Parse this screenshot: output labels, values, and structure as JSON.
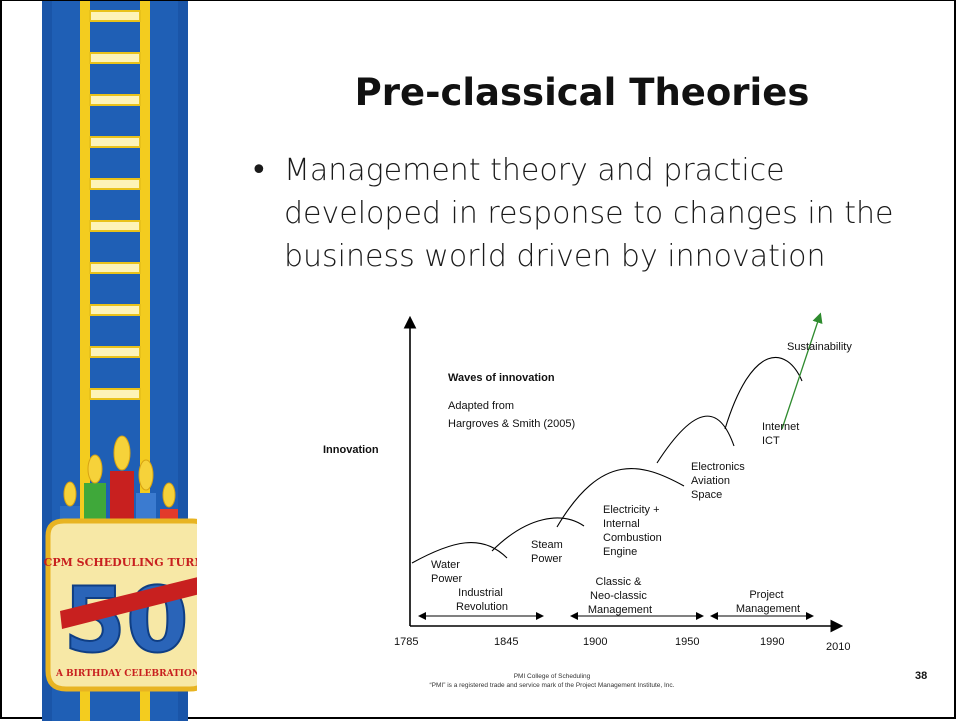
{
  "slide": {
    "title": "Pre-classical Theories",
    "bullet": "Management theory and practice developed in response to changes in the business world driven by innovation",
    "page_number": "38",
    "footer_line1": "PMI College of Scheduling",
    "footer_line2": "“PMI” is a registered trade and service mark of the Project Management Institute, Inc."
  },
  "logo": {
    "top_text": "CPM SCHEDULING TURNS",
    "number": "50",
    "bottom_text": "A BIRTHDAY CELEBRATION"
  },
  "diagram": {
    "y_axis_label": "Innovation",
    "heading": "Waves of innovation",
    "source_line1": "Adapted from",
    "source_line2": "Hargroves & Smith (2005)",
    "sustainability": "Sustainability",
    "years": [
      "1785",
      "1845",
      "1900",
      "1950",
      "1990",
      "2010"
    ],
    "waves": [
      {
        "lines": [
          "Water",
          "Power"
        ]
      },
      {
        "lines": [
          "Steam",
          "Power"
        ]
      },
      {
        "lines": [
          "Electricity +",
          "Internal",
          "Combustion",
          "Engine"
        ]
      },
      {
        "lines": [
          "Electronics",
          "Aviation",
          "Space"
        ]
      },
      {
        "lines": [
          "Internet",
          "ICT"
        ]
      }
    ],
    "eras": [
      {
        "lines": [
          "Industrial",
          "Revolution"
        ]
      },
      {
        "lines": [
          "Classic &",
          "Neo-classic",
          "Management"
        ]
      },
      {
        "lines": [
          "Project",
          "Management"
        ]
      }
    ],
    "colors": {
      "sustainability": "#2e8b2e",
      "axis": "#000000"
    }
  }
}
